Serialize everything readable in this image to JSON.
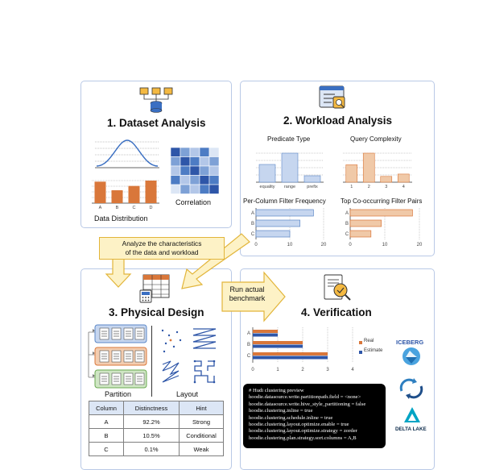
{
  "panels": {
    "dataset": {
      "title": "1. Dataset Analysis",
      "dist_label": "Data Distribution",
      "dist_categories": [
        "A",
        "B",
        "C",
        "D"
      ],
      "dist_values": [
        1.0,
        0.6,
        0.8,
        1.05
      ],
      "corr_label": "Correlation"
    },
    "workload": {
      "title": "2. Workload Analysis",
      "predicate": {
        "title": "Predicate Type",
        "categories": [
          "equality",
          "range",
          "prefix"
        ],
        "values": [
          0.55,
          0.9,
          0.2
        ]
      },
      "complexity": {
        "title": "Query Complexity",
        "categories": [
          "1",
          "2",
          "3",
          "4"
        ],
        "values": [
          0.6,
          1.0,
          0.2,
          0.28
        ]
      },
      "filter_freq": {
        "title": "Per-Column Filter Frequency",
        "categories": [
          "A",
          "B",
          "C"
        ],
        "values": [
          17,
          13,
          10
        ],
        "ticks": [
          "0",
          "10",
          "20"
        ],
        "xlim": [
          0,
          20
        ]
      },
      "co_pairs": {
        "title": "Top Co-occurring Filter Pairs",
        "categories": [
          "A",
          "B",
          "C"
        ],
        "values": [
          18,
          9,
          6
        ],
        "ticks": [
          "0",
          "10",
          "20"
        ],
        "xlim": [
          0,
          20
        ]
      }
    },
    "physical": {
      "title": "3. Physical Design",
      "partition_label": "Partition",
      "layout_label": "Layout",
      "table": {
        "headers": [
          "Column",
          "Distinctness",
          "Hint"
        ],
        "rows": [
          [
            "A",
            "92.2%",
            "Strong"
          ],
          [
            "B",
            "10.5%",
            "Conditional"
          ],
          [
            "C",
            "0.1%",
            "Weak"
          ]
        ]
      }
    },
    "verification": {
      "title": "4. Verification",
      "chart": {
        "categories": [
          "A",
          "B",
          "C"
        ],
        "series": [
          {
            "name": "Real",
            "values": [
              1.0,
              2.0,
              3.0
            ]
          },
          {
            "name": "Estimate",
            "values": [
              1.0,
              2.0,
              3.0
            ]
          }
        ],
        "ticks": [
          "0",
          "1",
          "2",
          "3",
          "4"
        ],
        "xlim": [
          0,
          4
        ]
      },
      "code_lines": [
        "# Hudi clustering preview",
        "hoodie.datasource.write.partitionpath.field = <none>",
        "hoodie.datasource.write.hive_style_partitioning = false",
        "hoodie.clustering.inline = true",
        "hoodie.clustering.schedule.inline = true",
        "hoodie.clustering.layout.optimize.enable = true",
        "hoodie.clustering.layout.optimize.strategy = zorder",
        "hoodie.clustering.plan.strategy.sort.columns = A,B"
      ],
      "logos": {
        "iceberg": "ICEBERG",
        "delta": "DELTA LAKE"
      }
    }
  },
  "arrows": {
    "analyze_note": "Analyze the characteristics\nof the data and workload",
    "benchmark_note": "Run actual\nbenchmark"
  },
  "colors": {
    "orange": "#d9773a",
    "orange_light": "#f0c9a8",
    "blue": "#5b87c7",
    "blue_light": "#c6d6ef",
    "navy": "#2e56a8",
    "yellow": "#fdf2c6",
    "yellow_border": "#e2b53a",
    "panel_border": "#b9c9e6"
  },
  "chart_data": [
    {
      "type": "bar",
      "title": "Data Distribution",
      "categories": [
        "A",
        "B",
        "C",
        "D"
      ],
      "values": [
        1.0,
        0.6,
        0.8,
        1.05
      ]
    },
    {
      "type": "bar",
      "title": "Predicate Type",
      "categories": [
        "equality",
        "range",
        "prefix"
      ],
      "values": [
        0.55,
        0.9,
        0.2
      ]
    },
    {
      "type": "bar",
      "title": "Query Complexity",
      "categories": [
        "1",
        "2",
        "3",
        "4"
      ],
      "values": [
        0.6,
        1.0,
        0.2,
        0.28
      ]
    },
    {
      "type": "bar",
      "title": "Per-Column Filter Frequency",
      "categories": [
        "A",
        "B",
        "C"
      ],
      "values": [
        17,
        13,
        10
      ],
      "xlim": [
        0,
        20
      ]
    },
    {
      "type": "bar",
      "title": "Top Co-occurring Filter Pairs",
      "categories": [
        "A",
        "B",
        "C"
      ],
      "values": [
        18,
        9,
        6
      ],
      "xlim": [
        0,
        20
      ]
    },
    {
      "type": "bar",
      "categories": [
        "A",
        "B",
        "C"
      ],
      "series": [
        {
          "name": "Real",
          "values": [
            1,
            2,
            3
          ]
        },
        {
          "name": "Estimate",
          "values": [
            1,
            2,
            3
          ]
        }
      ],
      "xlim": [
        0,
        4
      ]
    }
  ]
}
